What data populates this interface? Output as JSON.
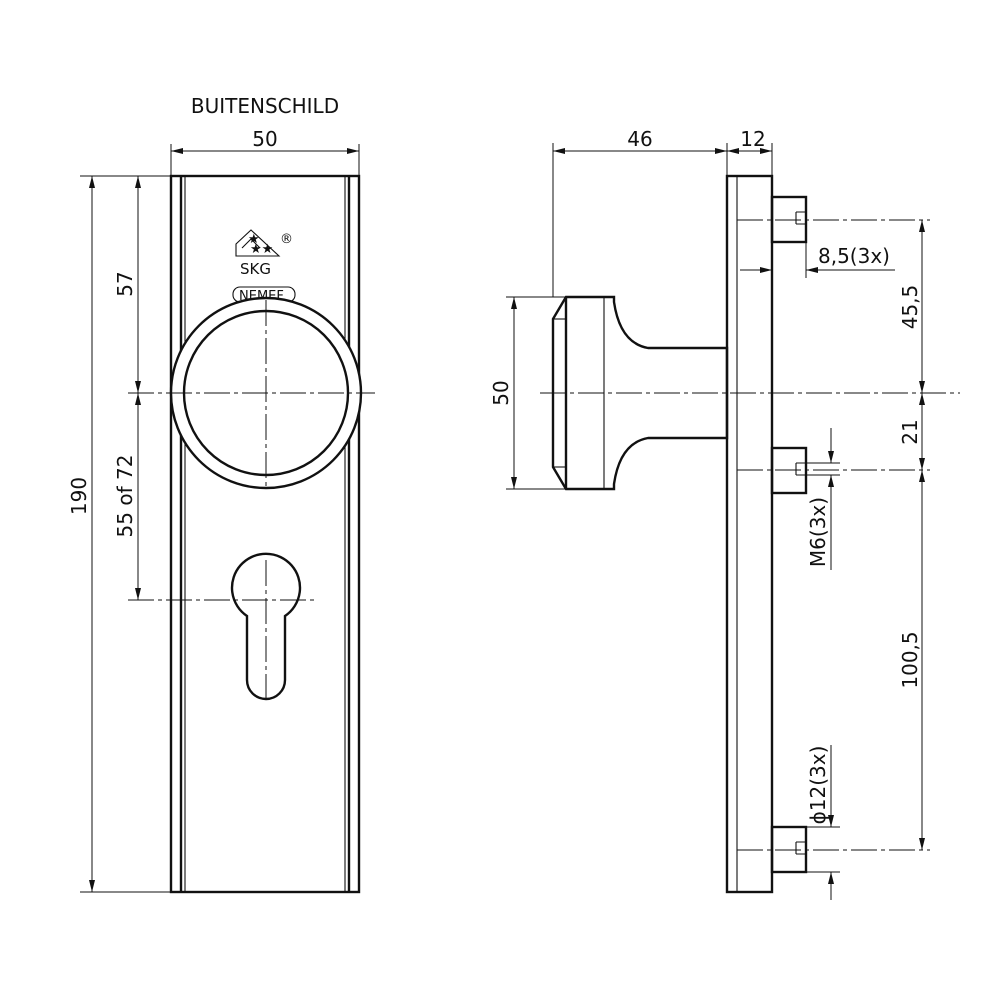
{
  "front_view": {
    "title": "BUITENSCHILD",
    "dim_width": "50",
    "dim_total_height": "190",
    "dim_top": "57",
    "dim_knob_to_cylinder": "55 of 72",
    "logo_text": "SKG",
    "logo_registered": "®",
    "brand_text": "NEMEF"
  },
  "side_view": {
    "dim_knob_projection": "46",
    "dim_plate_depth": "12",
    "dim_knob_diameter": "50",
    "dim_screw_depth": "8,5(3x)",
    "dim_thread": "M6(3x)",
    "dim_boss_diameter": "ϕ12(3x)",
    "dim_top_screw": "45,5",
    "dim_mid_screw": "21",
    "dim_bottom_screw": "100,5"
  }
}
